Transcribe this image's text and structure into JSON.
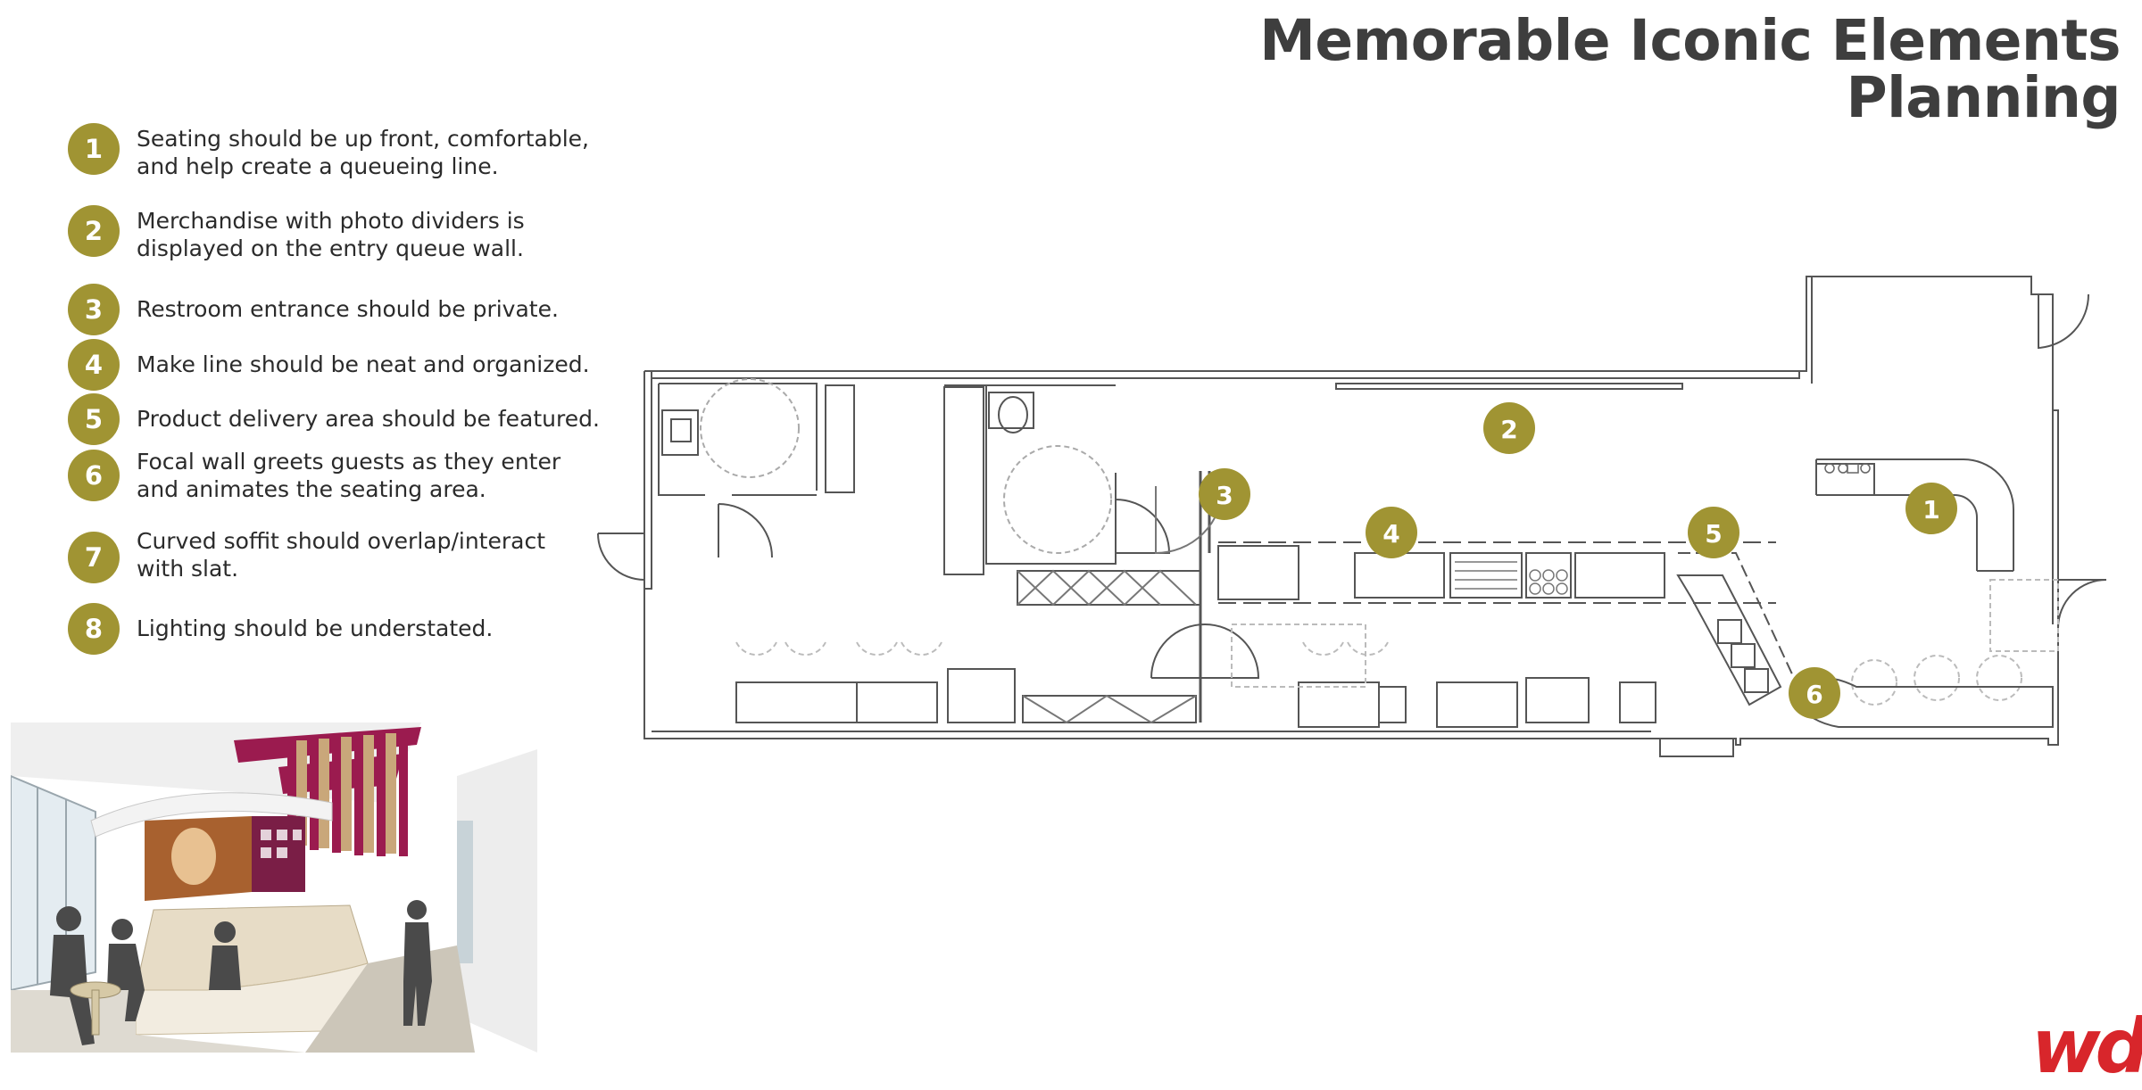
{
  "title": {
    "line1": "Memorable Iconic Elements",
    "line2": "Planning"
  },
  "legend": [
    {
      "number": "1",
      "text": "Seating should be up front, comfortable,\nand help create a queueing line."
    },
    {
      "number": "2",
      "text": "Merchandise with photo dividers is\ndisplayed on the entry queue wall."
    },
    {
      "number": "3",
      "text": "Restroom entrance should be private."
    },
    {
      "number": "4",
      "text": "Make line should be neat and organized."
    },
    {
      "number": "5",
      "text": "Product delivery area should be featured."
    },
    {
      "number": "6",
      "text": "Focal wall greets guests as they enter\nand animates the seating area."
    },
    {
      "number": "7",
      "text": "Curved soffit should overlap/interact\nwith slat."
    },
    {
      "number": "8",
      "text": "Lighting should be understated."
    }
  ],
  "plan_markers": [
    {
      "number": "1"
    },
    {
      "number": "2"
    },
    {
      "number": "3"
    },
    {
      "number": "4"
    },
    {
      "number": "5"
    },
    {
      "number": "6"
    }
  ],
  "logo": {
    "text": "wd"
  },
  "colors": {
    "badge": "#a09433",
    "title": "#3e3e3e",
    "logo": "#d8262b",
    "slat": "#9b1b4f",
    "sign": "#d42a3a"
  }
}
